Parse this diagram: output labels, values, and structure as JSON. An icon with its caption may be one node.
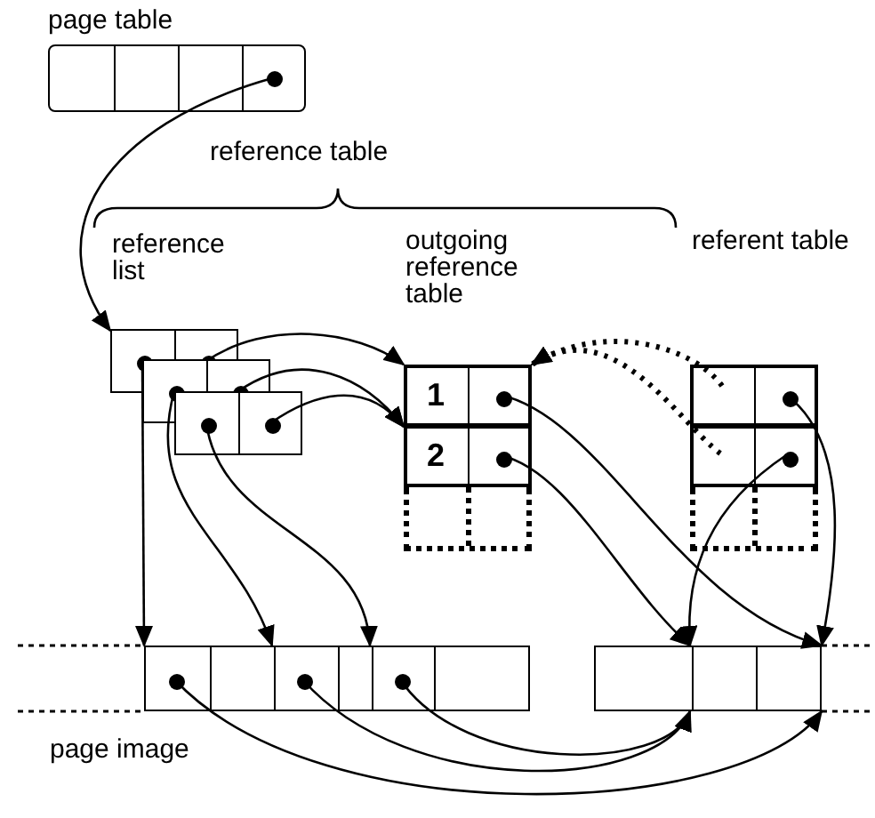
{
  "diagram": {
    "nodes": [
      {
        "text": [
          "page table"
        ]
      },
      {
        "text": [],
        "shape": "box"
      },
      {
        "text": [],
        "shape": "box"
      },
      {
        "text": [],
        "shape": "box"
      },
      {
        "text": [
          "outgoing reference table"
        ]
      },
      {
        "text": [
          "1"
        ],
        "in": 4
      },
      {
        "text": [
          "2"
        ],
        "in": 4
      },
      {
        "text": [
          "referent table"
        ]
      },
      {
        "text": [],
        "shape": "box",
        "in": 7
      },
      {
        "text": [],
        "shape": "box",
        "in": 7
      },
      {
        "text": [],
        "shape": "bar"
      },
      {
        "text": [],
        "shape": "bar"
      }
    ],
    "edges": [
      {
        "from": 0,
        "to": 1,
        "arrow": "to"
      },
      {
        "from": 1,
        "to": 5,
        "arrow": "to"
      },
      {
        "from": 2,
        "to": 6,
        "arrow": "to"
      },
      {
        "from": 3,
        "to": 6,
        "arrow": "to"
      },
      {
        "from": 1,
        "to": 10,
        "arrow": "to"
      },
      {
        "from": 2,
        "to": 10,
        "arrow": "to"
      },
      {
        "from": 3,
        "to": 10,
        "arrow": "to"
      },
      {
        "from": 5,
        "to": 11,
        "arrow": "to"
      },
      {
        "from": 6,
        "to": 11,
        "arrow": "to"
      },
      {
        "from": 8,
        "to": 11,
        "arrow": "to"
      },
      {
        "from": 9,
        "to": 11,
        "arrow": "to"
      },
      {
        "from": 8,
        "to": 5,
        "arrow": "to",
        "style": "dashed"
      },
      {
        "from": 9,
        "to": 5,
        "arrow": "to",
        "style": "dashed"
      },
      {
        "from": 10,
        "to": 11,
        "arrow": "to"
      },
      {
        "from": 10,
        "to": 11,
        "arrow": "to"
      },
      {
        "from": 10,
        "to": 11,
        "arrow": "to"
      }
    ],
    "labels": [
      "reference table",
      "reference list",
      "page image"
    ]
  }
}
